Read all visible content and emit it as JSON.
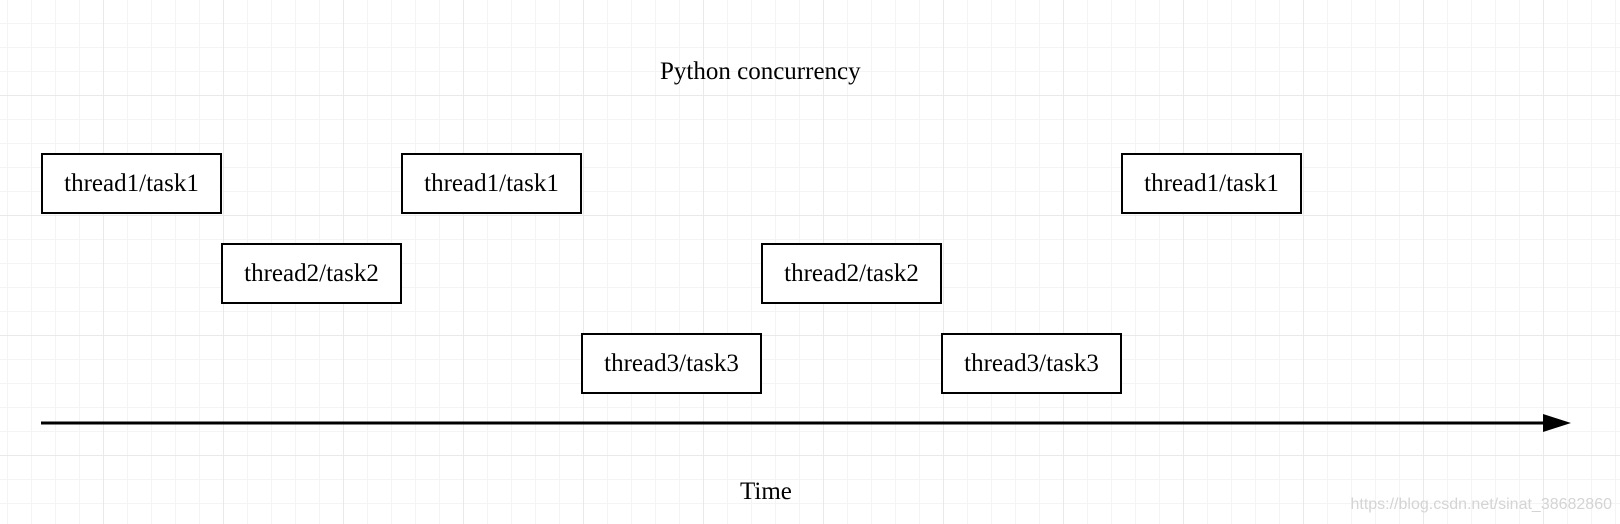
{
  "diagram": {
    "title": "Python concurrency",
    "axis_label": "Time",
    "watermark": "https://blog.csdn.net/sinat_38682860",
    "tasks": [
      {
        "label": "thread1/task1",
        "lane": 1,
        "slot": 0
      },
      {
        "label": "thread2/task2",
        "lane": 2,
        "slot": 1
      },
      {
        "label": "thread1/task1",
        "lane": 1,
        "slot": 2
      },
      {
        "label": "thread3/task3",
        "lane": 3,
        "slot": 3
      },
      {
        "label": "thread2/task2",
        "lane": 2,
        "slot": 4
      },
      {
        "label": "thread3/task3",
        "lane": 3,
        "slot": 5
      },
      {
        "label": "thread1/task1",
        "lane": 1,
        "slot": 6
      }
    ],
    "colors": {
      "stroke": "#000000",
      "background": "#ffffff",
      "grid": "#e9e9e9"
    }
  }
}
